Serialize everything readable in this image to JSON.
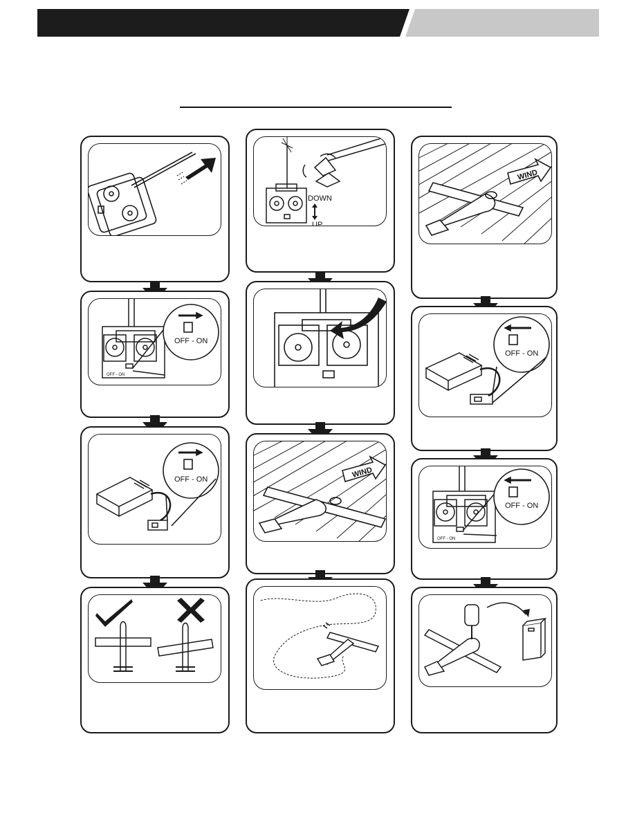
{
  "labels": {
    "off_on": "OFF - ON",
    "off_on_small": "OFF - ON",
    "down": "DOWN",
    "up": "UP",
    "wind": "WIND"
  },
  "icons": [
    "check-icon",
    "cross-icon",
    "arrow-down-icon"
  ],
  "colors": {
    "ink": "#1a1a1a",
    "header_dark": "#1c1c1c",
    "header_light": "#c8c8c8"
  }
}
